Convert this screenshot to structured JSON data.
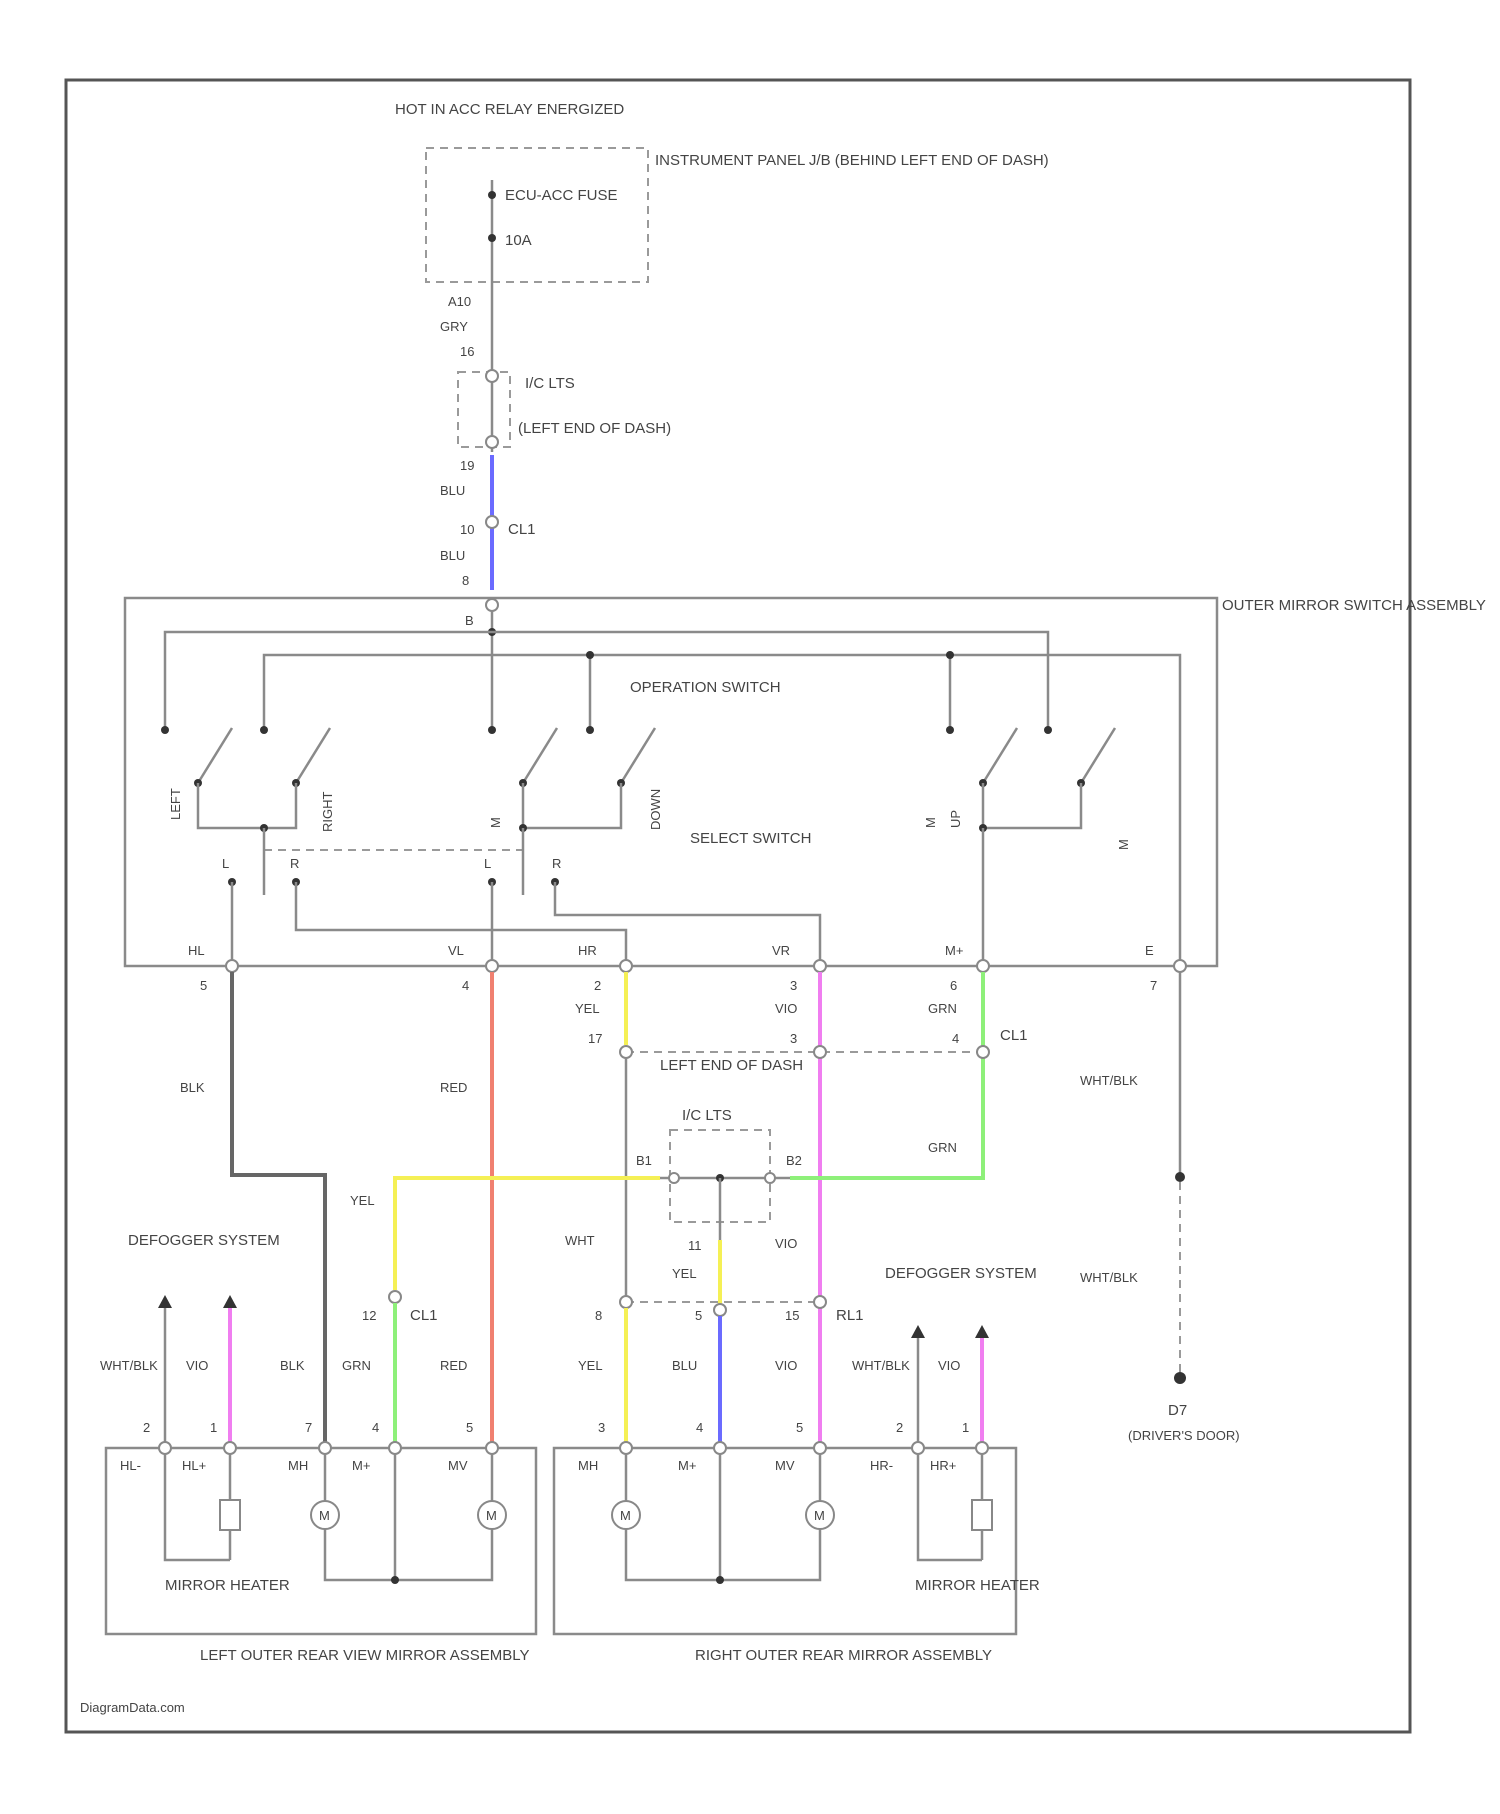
{
  "power": {
    "source": "HOT IN ACC RELAY ENERGIZED",
    "fuse_name": "ECU-ACC FUSE",
    "fuse_amps": "10A",
    "fuse_location": "INSTRUMENT PANEL J/B (BEHIND LEFT END OF DASH)",
    "pin_top": "A10",
    "wire_top": "GRY",
    "pin_a": "16",
    "connector_name": "I/C LTS",
    "connector_location": "(LEFT END OF DASH)",
    "pin_b": "19",
    "wire_b": "BLU",
    "pin_c": "10",
    "connector_c": "CL1",
    "wire_c": "BLU",
    "pin_d": "8"
  },
  "switch_assembly": {
    "name": "OUTER MIRROR SWITCH ASSEMBLY",
    "pin_in": "B",
    "operation_switch": "OPERATION SWITCH",
    "select_switch": "SELECT SWITCH",
    "labels": {
      "left": "LEFT",
      "right": "RIGHT",
      "up": "UP",
      "down": "DOWN",
      "l_1": "L",
      "r_1": "R",
      "l_2": "L",
      "r_2": "R",
      "m_1": "M",
      "m_2": "M",
      "m_3": "M"
    },
    "terminals": [
      {
        "name": "HL",
        "pin": "5",
        "wire": "BLK"
      },
      {
        "name": "VL",
        "pin": "4",
        "wire": "RED"
      },
      {
        "name": "HR",
        "pin": "2",
        "wire": "YEL"
      },
      {
        "name": "VR",
        "pin": "3",
        "wire": "VIO"
      },
      {
        "name": "M+",
        "pin": "6",
        "wire": "GRN"
      },
      {
        "name": "E",
        "pin": "7",
        "wire": "WHT/BLK"
      }
    ]
  },
  "junction": {
    "connector": "CL1",
    "pins_top": [
      "17",
      "3",
      "4"
    ],
    "location": "LEFT END OF DASH",
    "connector_name": "I/C LTS",
    "pin_left": "B1",
    "pin_right": "B2",
    "pin_mid": "11",
    "wires": {
      "left": "YEL",
      "right": "GRN",
      "mid": "YEL",
      "wht": "WHT",
      "vio": "VIO",
      "grn2": "GRN",
      "blk": "BLK",
      "red": "RED",
      "yel": "YEL",
      "wht_blk": "WHT/BLK"
    }
  },
  "ground": {
    "wire_upper": "WHT/BLK",
    "wire_lower": "WHT/BLK",
    "point": "D7",
    "location": "(DRIVER'S DOOR)"
  },
  "left_mirror": {
    "defogger": "DEFOGGER SYSTEM",
    "connector_mid": "CL1",
    "pin_mid": "12",
    "wires": [
      {
        "pin": "2",
        "wire": "WHT/BLK",
        "term": "HL-"
      },
      {
        "pin": "1",
        "wire": "VIO",
        "term": "HL+"
      },
      {
        "pin": "7",
        "wire": "BLK",
        "term": "MH"
      },
      {
        "pin": "4",
        "wire": "GRN",
        "term": "M+"
      },
      {
        "pin": "5",
        "wire": "RED",
        "term": "MV"
      }
    ],
    "heater": "MIRROR HEATER",
    "name": "LEFT OUTER REAR VIEW MIRROR ASSEMBLY"
  },
  "right_mirror": {
    "defogger": "DEFOGGER SYSTEM",
    "connector_mid": "RL1",
    "pins_mid": [
      "8",
      "5",
      "15"
    ],
    "wires": [
      {
        "pin": "3",
        "wire": "YEL",
        "term": "MH"
      },
      {
        "pin": "4",
        "wire": "BLU",
        "term": "M+"
      },
      {
        "pin": "5",
        "wire": "VIO",
        "term": "MV"
      },
      {
        "pin": "2",
        "wire": "WHT/BLK",
        "term": "HR-"
      },
      {
        "pin": "1",
        "wire": "VIO",
        "term": "HR+"
      }
    ],
    "heater": "MIRROR HEATER",
    "name": "RIGHT OUTER REAR MIRROR ASSEMBLY"
  },
  "watermark": "DiagramData.com",
  "colors": {
    "BLU": "#6b6bff",
    "RED": "#f08070",
    "YEL": "#f5f055",
    "GRN": "#8ef07a",
    "VIO": "#f07ef0",
    "BLK": "#666666",
    "frame": "#555555"
  }
}
